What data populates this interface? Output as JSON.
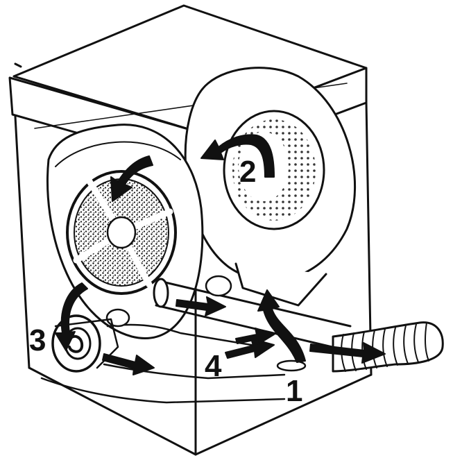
{
  "diagram": {
    "labels": {
      "one": "1",
      "two": "2",
      "three": "3",
      "four": "4"
    },
    "colors": {
      "ink": "#111111",
      "paper": "#ffffff"
    },
    "icons": [
      "filter-icon",
      "drum-icon",
      "fan-icon",
      "exhaust-hose-icon",
      "airflow-arrow-icon"
    ]
  }
}
